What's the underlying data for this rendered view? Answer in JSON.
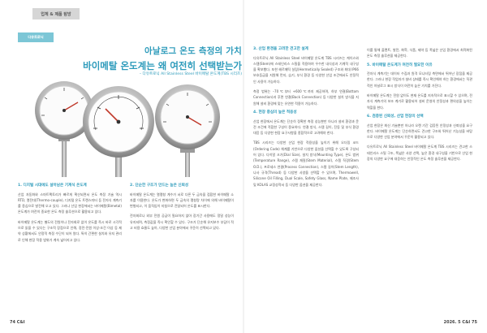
{
  "header": {
    "section": "업체 & 제품 탐방",
    "vendor": "다유트로닉"
  },
  "headline": {
    "line1": "아날로그 온도 측정의 가치",
    "line2": "바이메탈 온도계는 왜 여전히 선택받는가",
    "subline": "– 다유트로닉 All Stainless Steel 바이메탈 온도계(TBS 시리즈)"
  },
  "colors": {
    "accent": "#2d9bbb",
    "tag_gray": "#d6d6d6",
    "vendor_tag": "#7cc6d6",
    "body_text": "#555555"
  },
  "images": {
    "product_photo": "three stainless steel bimetal dial thermometers"
  },
  "left": {
    "col1": {
      "heading": "1. 디지털 시대에도 살아남은 기계식 온도계",
      "p1": "산업 자동화와 스마트팩토리가 빠르게 확산되면서 온도 측정 기술 역시 RTD, 열전대(Thermo-couple), 디지털 온도 트랜스미터 등 전자식 계측기를 중심으로 발전해 오고 있다. 그러나 산업 현장에서는 바이메탈(Bimetal) 온도계가 여전히 중요한 온도 측정 솔루션으로 활용되고 있다.",
      "p2": "바이메탈 온도계는 별도의 전원이나 전자회로 없이 온도를 즉시 바로 시각적으로 읽을 수 있다는 구조적 장점으로 인해, 정전·전원 이상·조건 이상 등 제약 상황에서도 안정적 측정 수단이 되어 왔다. 특히 간편한 설치와 유지 관리로 인해 현장 적용 범위가 계속 넓어지고 있다."
    },
    "col2": {
      "heading": "2. 단순한 구조가 만드는 높은 신뢰성",
      "p1": "바이메탈 온도계는 열팽창 계수가 서로 다른 두 금속을 접합한 바이메탈 소자를 이용한다. 온도가 변화하면 두 금속의 팽창량 차이에 의해 바이메탈이 변형되고, 이 움직임이 지침으로 전달되어 온도를 표시한다.",
      "p2": "전자회로나 외부 전원 공급이 필요하지 않아 장기간 사용에도 정밀 성능이 유지되며, 측정값을 즉시 확인할 수 있다. 구조가 단순해 유지보수 부담이 적고 비용 효율도 높아, 다양한 산업 분야에서 꾸준히 선택되고 있다."
    }
  },
  "right": {
    "col3": {
      "heading": "3. 산업 환경을 고려한 견고한 설계",
      "p1": "다유트로닉 All Stainless Steel 바이메탈 온도계 TBS 시리즈는 케이스와 스템(Stem)에 스테인리스 스틸을 적용하여 우수한 내식성과 기계적 내구성을 확보했다. 또한 헤르메틱 실링(Hermetically Sealed) 구조와 최대 IP66 보호등급을 지원해 먼지, 습기, 부식 환경 등 다양한 산업 조건에서도 안정적인 사용이 가능하다.",
      "p2": "측정 범위는 –70℃부터 +600℃까지 제공하며, 하부 연결(Bottom Connection)과 후면 연결(Back Connection) 등 다양한 설치 방식을 지원해 설비 환경에 맞는 유연한 적용이 가능하다.",
      "heading2": "4. 현장 중심의 높은 적응성",
      "p3": "산업 현장에서 온도계는 단순히 정확한 측정 성능뿐만 아니라 설비 환경과 운전 조건에 적합한 구성이 중요하다. 연결 방식, 스템 길이, 진동 및 부식 환경 대응 등 다양한 현장 요구사항을 종합적으로 고려해야 한다.",
      "p4": "TBS 시리즈는 다양한 산업 현장 적용성을 높이기 위해 오더링 코드(Ordering Code) 체계를 기반으로 다양한 옵션을 선택할 수 있도록 구성되어 있다. 다이얼 크기(Dial Size), 설치 방식(Mounting Type), 온도 범위(Temperature Range), 스템 재질(Stem Material), 스템 직경(Stem O.D.), 프로세스 연결(Process Connection), 스템 길이(Stem Length), 나사 규격(Thread) 등 다양한 사양을 선택할 수 있으며, Thermowell, Silicone Oil Filling, Dual Scale, Safety Glass, Name Plate, 제조사 및 KOLAS 교정성적서 등 다양한 옵션을 제공한다."
    },
    "col4": {
      "p1": "이를 통해 플랜트, 발전, 화학, 식품, 제약 등 폭넓은 산업 환경에서 최적화된 온도 측정 솔루션을 제공한다.",
      "heading": "5. 바이메탈 온도계가 여전히 필요한 이유",
      "p2": "전자식 계측기는 데이터 수집과 원격 모니터링 측면에서 뛰어난 장점을 제공한다. 그러나 현장 작업자가 설비 상태를 즉시 확인해야 하는 환경에서는 직관적인 아날로그 표시 방식이 여전히 높은 가치를 가진다.",
      "p3": "바이메탈 온도계는 전원 없이도 현재 온도를 지속적으로 표시할 수 있으며, 전자식 계측기의 보조 계기로 활용되어 설비 운영의 안정성과 편의성을 높이는 역할을 한다.",
      "heading2": "6. 검증된 신뢰성, 산업 현장의 선택",
      "p4": "산업 현장은 최신 기술뿐만 아니라 오랜 기간 검증된 안정성과 신뢰성을 요구한다. 바이메탈 온도계는 단순하면서도 견고한 구조와 뛰어난 기능성을 바탕으로 다양한 산업 분야에서 꾸준히 활용되고 있다.",
      "p5": "다유트로닉 All Stainless Steel 바이메탈 온도계 TBS 시리즈는 견고한 스테인리스 스틸 구조, 폭넓은 사양 선택, 높은 환경 내구성을 기반으로 산업 현장의 다양한 요구에 대응하는 안정적인 온도 측정 솔루션을 제공한다."
    }
  },
  "footer": {
    "left_folio": "74  C&I",
    "right_folio": "2026. 5  C&I  75"
  }
}
